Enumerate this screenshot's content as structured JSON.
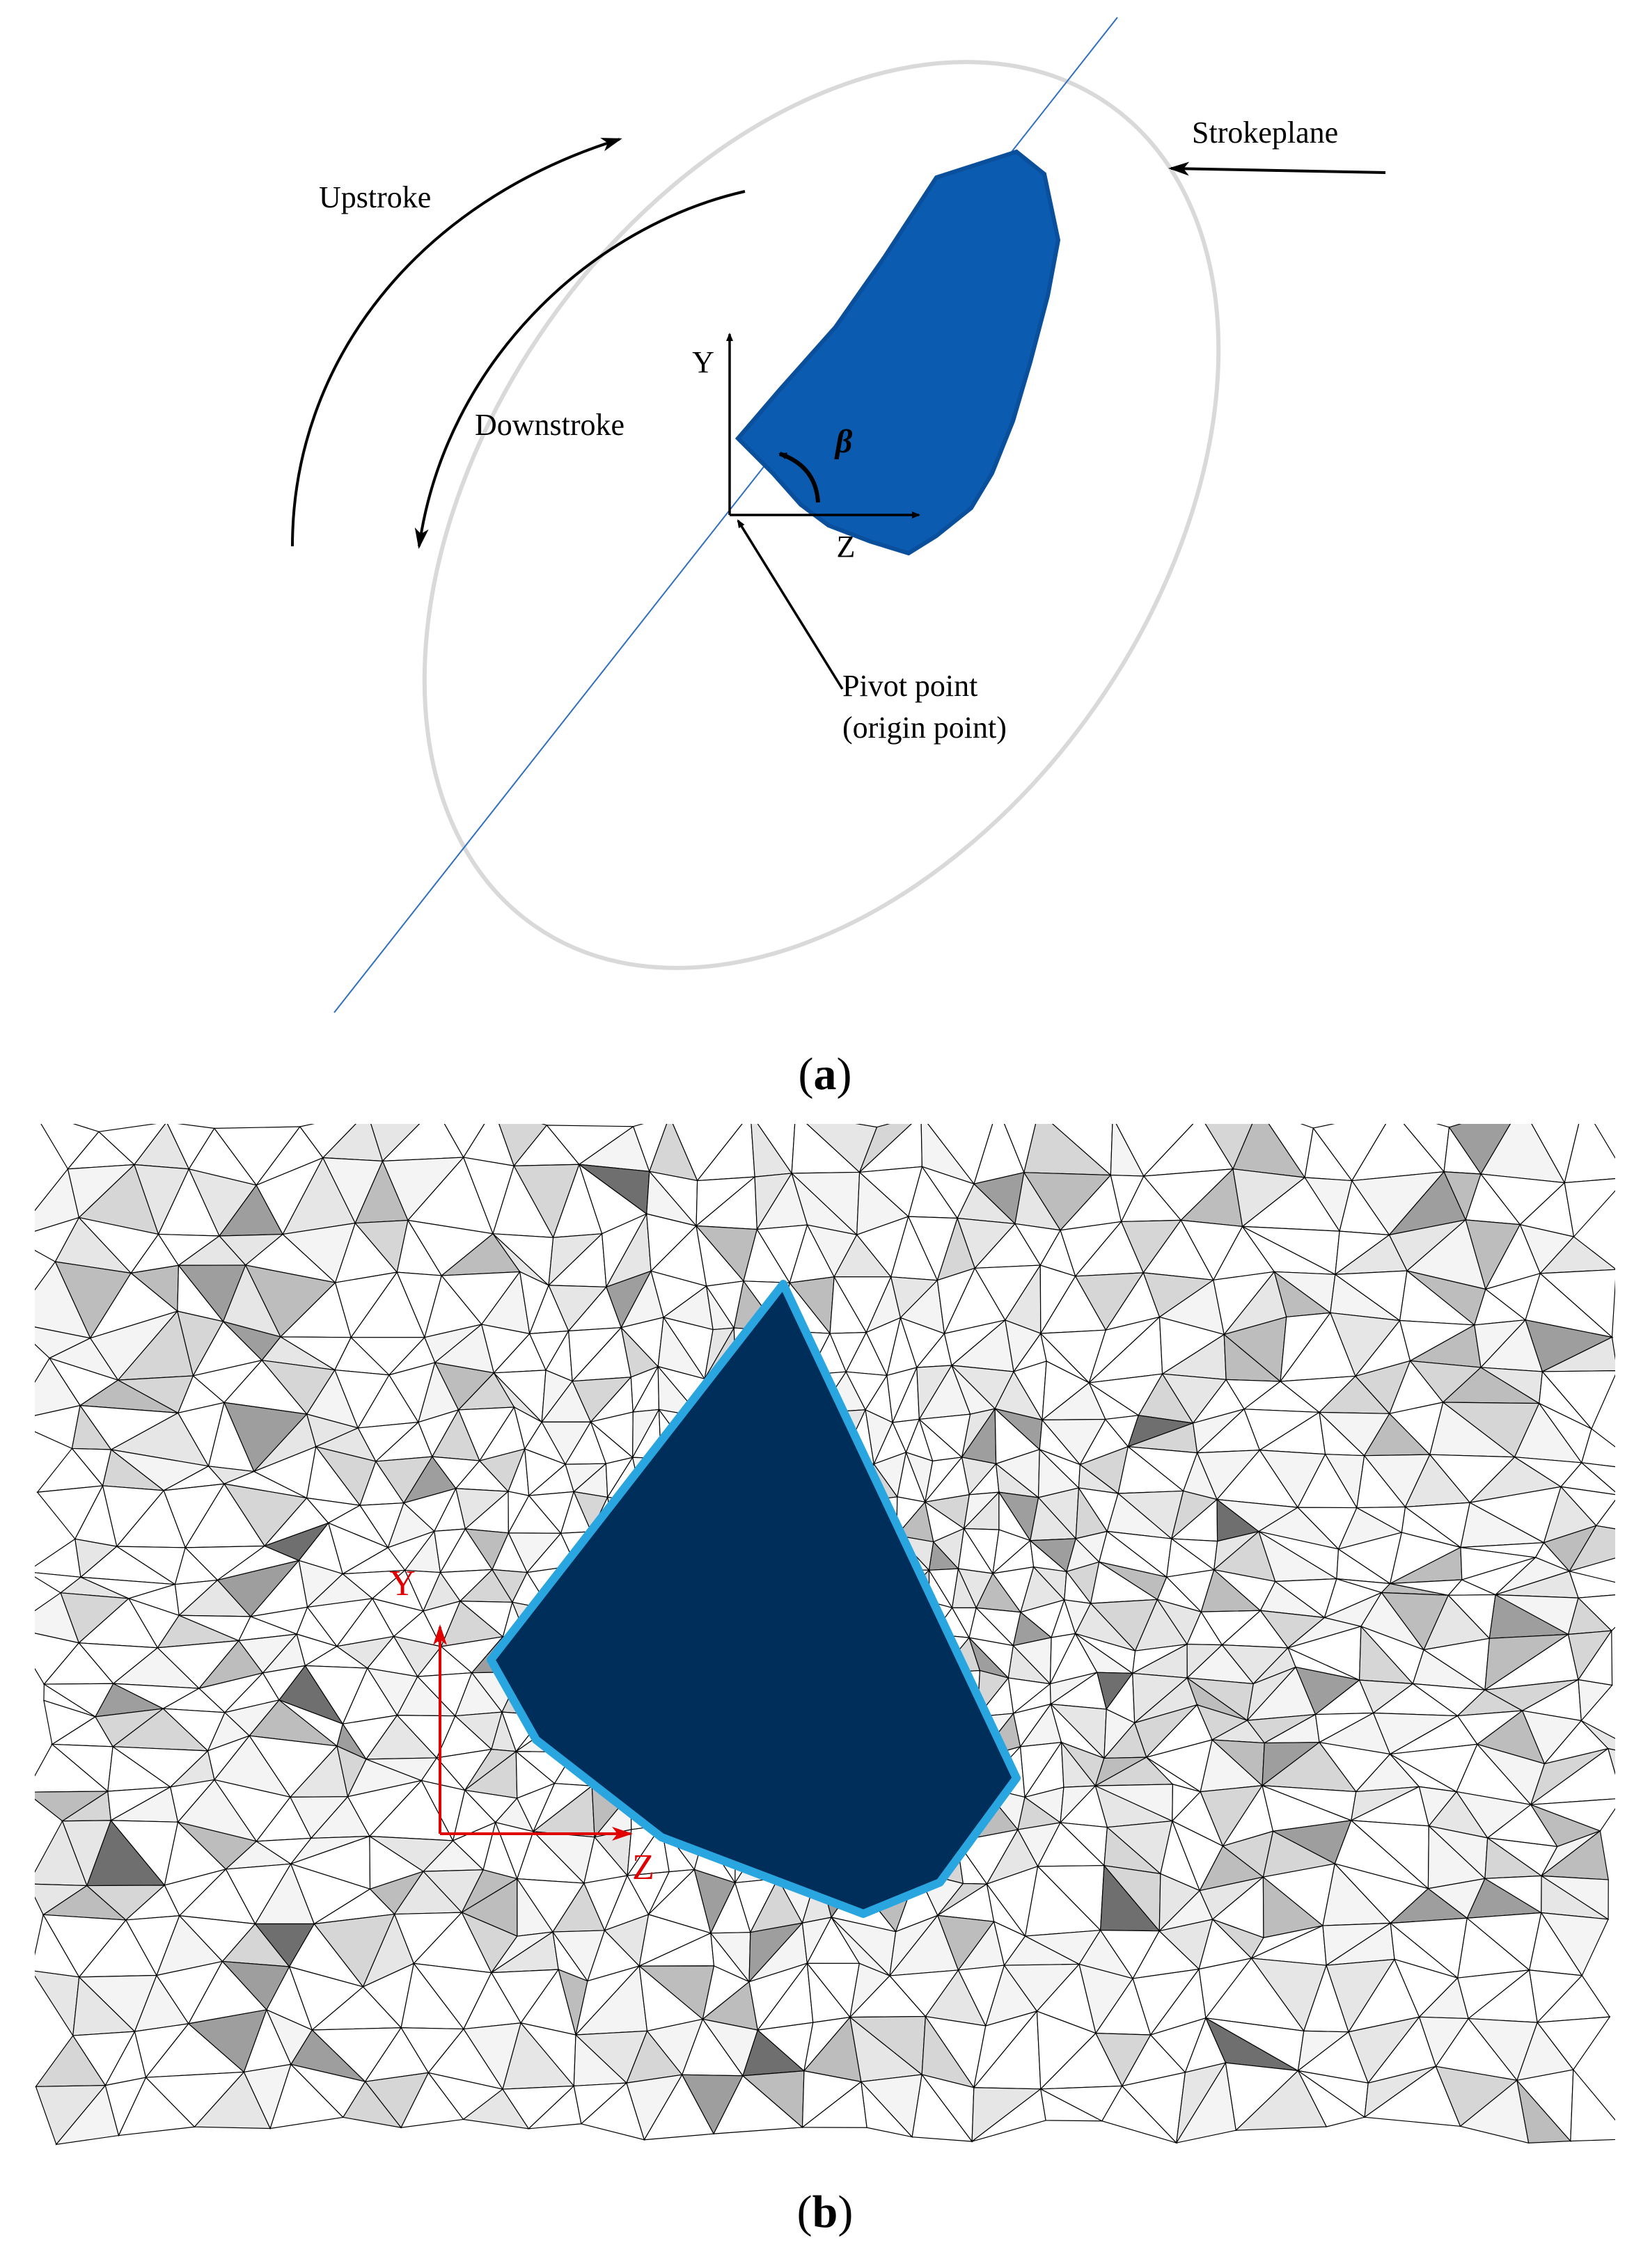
{
  "panel_a": {
    "caption_open": "(",
    "caption_letter": "a",
    "caption_close": ")",
    "labels": {
      "upstroke": "Upstroke",
      "downstroke": "Downstroke",
      "strokeplane": "Strokeplane",
      "axis_y": "Y",
      "axis_z": "Z",
      "beta": "β",
      "pivot_line1": "Pivot point",
      "pivot_line2": "(origin point)"
    },
    "colors": {
      "wing_fill": "#0b5bb0",
      "wing_edge": "#0a4f9c",
      "ellipse": "#d9d9d9",
      "stroke_axis": "#2f6fc0",
      "arrows": "#000000"
    }
  },
  "panel_b": {
    "caption_open": "(",
    "caption_letter": "b",
    "caption_close": ")",
    "labels": {
      "axis_y": "Y",
      "axis_z": "Z"
    },
    "colors": {
      "wing_fill": "#002e5a",
      "wing_edge": "#29a6e0",
      "axes": "#e00000",
      "mesh_lines": "#000000",
      "mesh_shades": [
        "#ffffff",
        "#f4f4f4",
        "#e6e6e6",
        "#d6d6d6",
        "#bdbdbd",
        "#9e9e9e",
        "#6f6f6f"
      ]
    }
  }
}
